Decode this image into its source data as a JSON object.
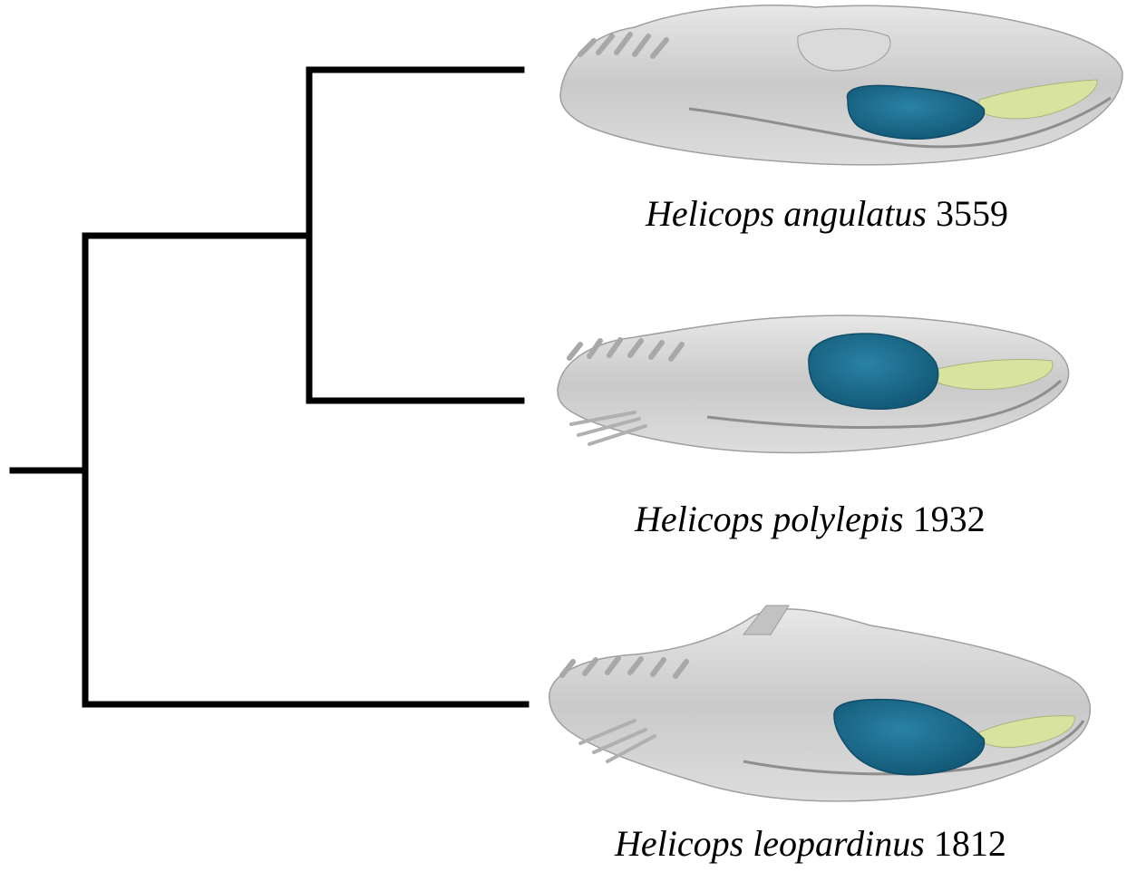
{
  "taxa": [
    {
      "genus": "Helicops",
      "species": "angulatus",
      "specimen": "3559"
    },
    {
      "genus": "Helicops",
      "species": "polylepis",
      "specimen": "1932"
    },
    {
      "genus": "Helicops",
      "species": "leopardinus",
      "specimen": "1812"
    }
  ],
  "colors": {
    "branch": "#000000",
    "gland_primary": "#1b6a8c",
    "gland_secondary": "#d9e3a0",
    "bone": "#c9c9c9"
  }
}
